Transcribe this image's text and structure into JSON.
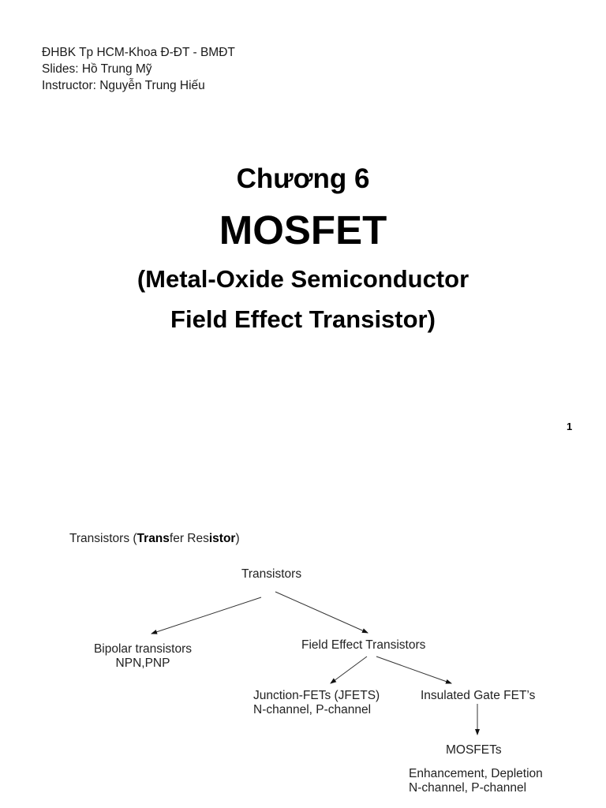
{
  "header": {
    "lines": [
      "ĐHBK Tp HCM-Khoa Đ-ĐT - BMĐT",
      "Slides: Hồ Trung Mỹ",
      "Instructor: Nguyễn Trung Hiếu"
    ]
  },
  "title_slide": {
    "chapter": "Chương 6",
    "title": "MOSFET",
    "subtitle_line1": "(Metal-Oxide Semiconductor",
    "subtitle_line2": "Field Effect Transistor)",
    "page_number": "1"
  },
  "diagram": {
    "heading": {
      "prefix": "Transistors  (",
      "bold1": "Trans",
      "mid1": "fer Res",
      "bold2": "istor",
      "suffix": ")"
    },
    "nodes": {
      "root": "Transistors",
      "bipolar": {
        "label": "Bipolar transistors",
        "sub": "NPN,PNP"
      },
      "fet": "Field Effect Transistors",
      "jfet": {
        "label": "Junction-FETs (JFETS)",
        "sub": "N-channel, P-channel"
      },
      "igfet": "Insulated Gate FET’s",
      "mosfet": {
        "label": "MOSFETs",
        "sub1": "Enhancement, Depletion",
        "sub2": "N-channel, P-channel"
      }
    }
  }
}
